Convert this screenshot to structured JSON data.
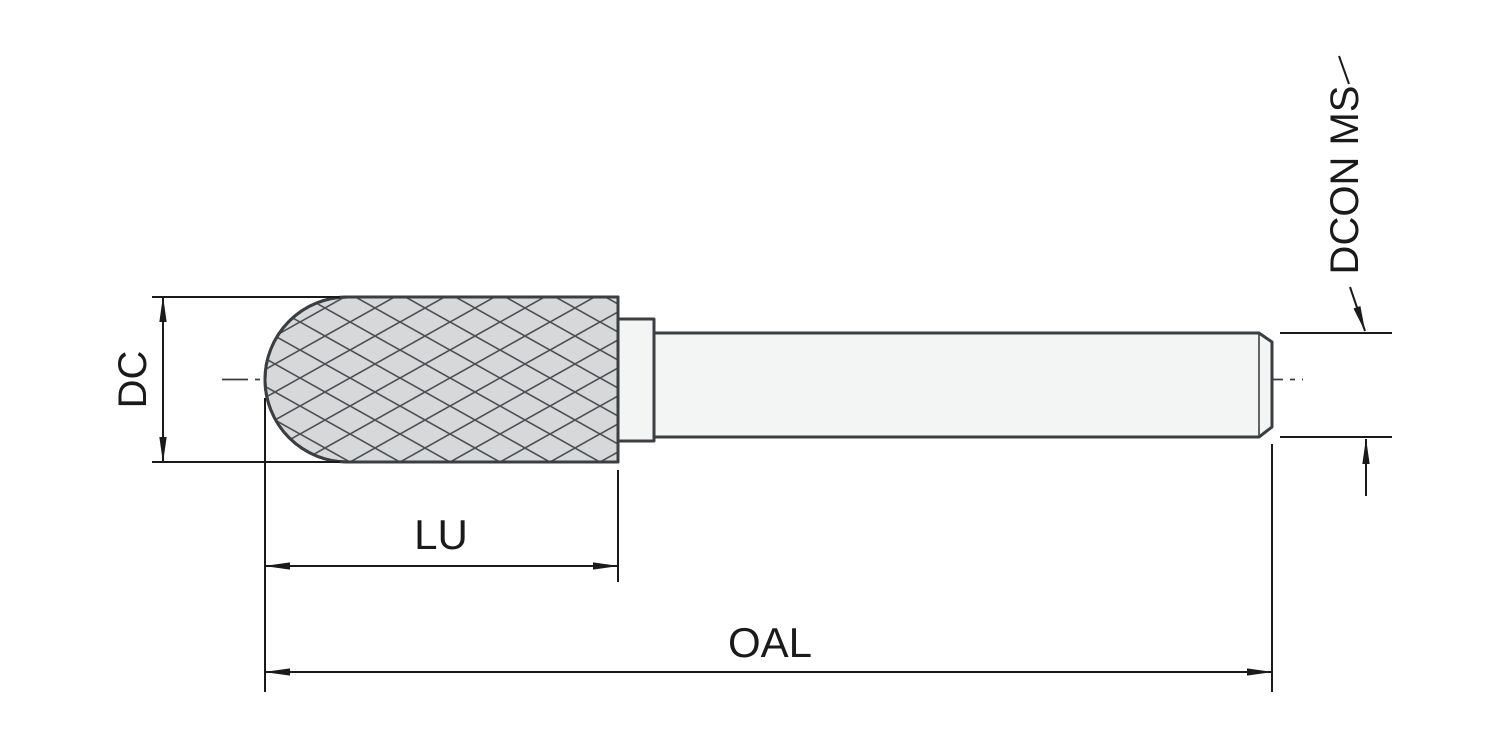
{
  "drawing": {
    "labels": {
      "dc": "DC",
      "lu": "LU",
      "oal": "OAL",
      "dcon_ms": "DCON MS"
    }
  },
  "colors": {
    "background": "#ffffff",
    "outline": "#3b3f42",
    "head_fill": "#d7d8d9",
    "hatch_line": "#4d5155",
    "shank_fill": "#f3f4f4",
    "dimension_line": "#1a1a1a",
    "text": "#1a1a1a"
  }
}
